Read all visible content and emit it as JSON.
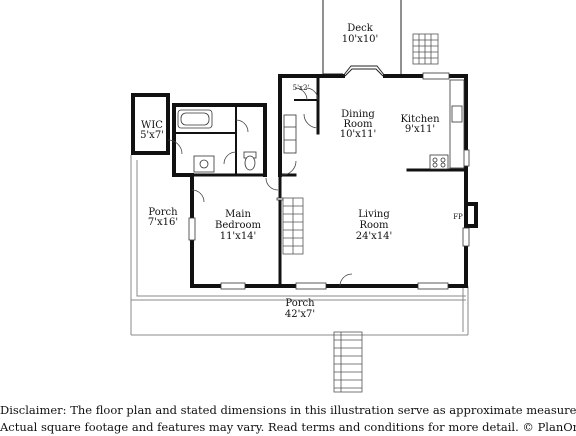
{
  "rooms": {
    "deck": {
      "name": "Deck",
      "dims": "10'x10'"
    },
    "wic": {
      "name": "WIC",
      "dims": "5'x7'"
    },
    "closet": {
      "dims": "5'x2'"
    },
    "dining": {
      "name1": "Dining",
      "name2": "Room",
      "dims": "10'x11'"
    },
    "kitchen": {
      "name": "Kitchen",
      "dims": "9'x11'"
    },
    "porch_side": {
      "name": "Porch",
      "dims": "7'x16'"
    },
    "main_bedroom": {
      "name1": "Main",
      "name2": "Bedroom",
      "dims": "11'x14'"
    },
    "living": {
      "name1": "Living",
      "name2": "Room",
      "dims": "24'x14'"
    },
    "fireplace": {
      "label": "FP"
    },
    "porch_front": {
      "name": "Porch",
      "dims": "42'x7'"
    }
  },
  "disclaimer": {
    "line1": "Disclaimer: The floor plan and stated dimensions in this illustration serve as approximate measurements.",
    "line2": "Actual square footage and features may vary. Read terms and conditions for more detail. © PlanOmatic"
  }
}
